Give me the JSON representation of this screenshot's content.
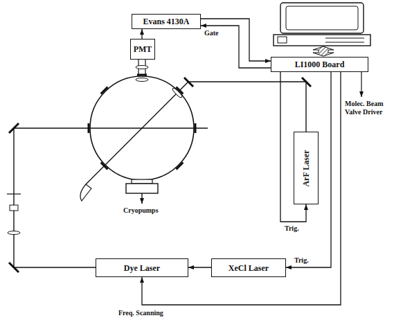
{
  "diagram": {
    "nodes": [
      {
        "text": [
          "Evans 4130A"
        ]
      },
      {
        "text": [
          "PMT"
        ]
      },
      {
        "text": [
          "LI1000 Board"
        ]
      },
      {
        "text": [
          "ArF Laser"
        ]
      },
      {
        "text": [
          "Dye Laser"
        ]
      },
      {
        "text": [
          "XeCl Laser"
        ]
      }
    ],
    "edges": [
      {
        "from": 1,
        "to": 0,
        "arrow": "to"
      },
      {
        "from": 0,
        "to": 2,
        "arrow": "to"
      },
      {
        "from": 2,
        "to": 0,
        "label": "Gate",
        "arrow": "to"
      },
      {
        "from": 2,
        "to": 3,
        "label": "Trig.",
        "arrow": "to"
      },
      {
        "from": 2,
        "to": 5,
        "label": "Trig.",
        "arrow": "to"
      },
      {
        "from": 5,
        "to": 4,
        "arrow": "to"
      },
      {
        "from": 2,
        "to": 4,
        "label": "Freq. Scanning",
        "arrow": "to"
      }
    ],
    "labels": [
      "Molec. Beam Valve Driver",
      "Cryopumps"
    ]
  }
}
